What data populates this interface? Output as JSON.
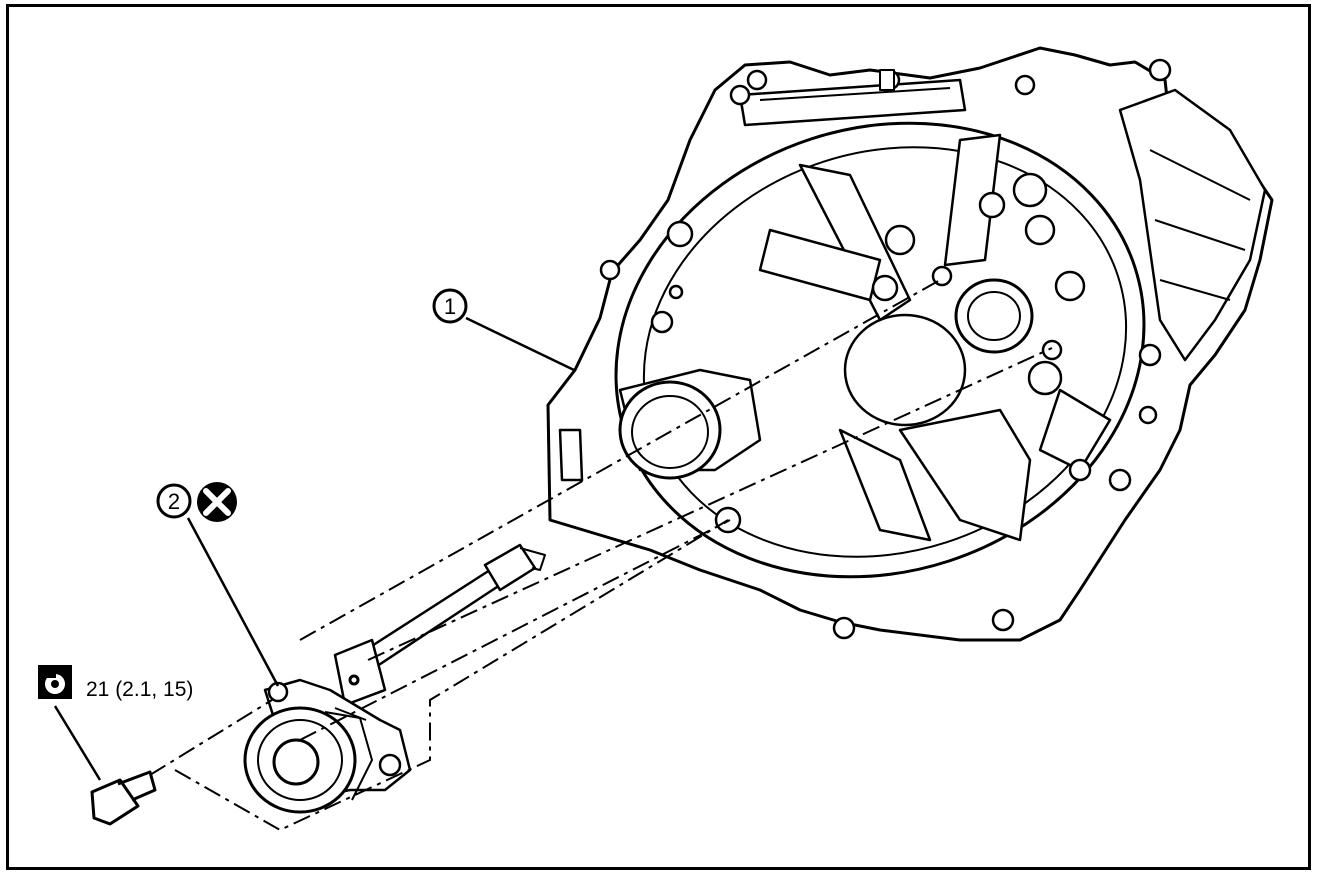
{
  "diagram": {
    "callouts": [
      {
        "id": "1",
        "part": "transaxle-case"
      },
      {
        "id": "2",
        "part": "concentric-slave-cylinder",
        "symbol": "do-not-reuse"
      }
    ],
    "torque_spec": "21 (2.1, 15)",
    "icons": [
      "torque-wrench-icon",
      "do-not-reuse-icon"
    ],
    "colors": {
      "ink": "#000000",
      "paper": "#ffffff"
    }
  }
}
